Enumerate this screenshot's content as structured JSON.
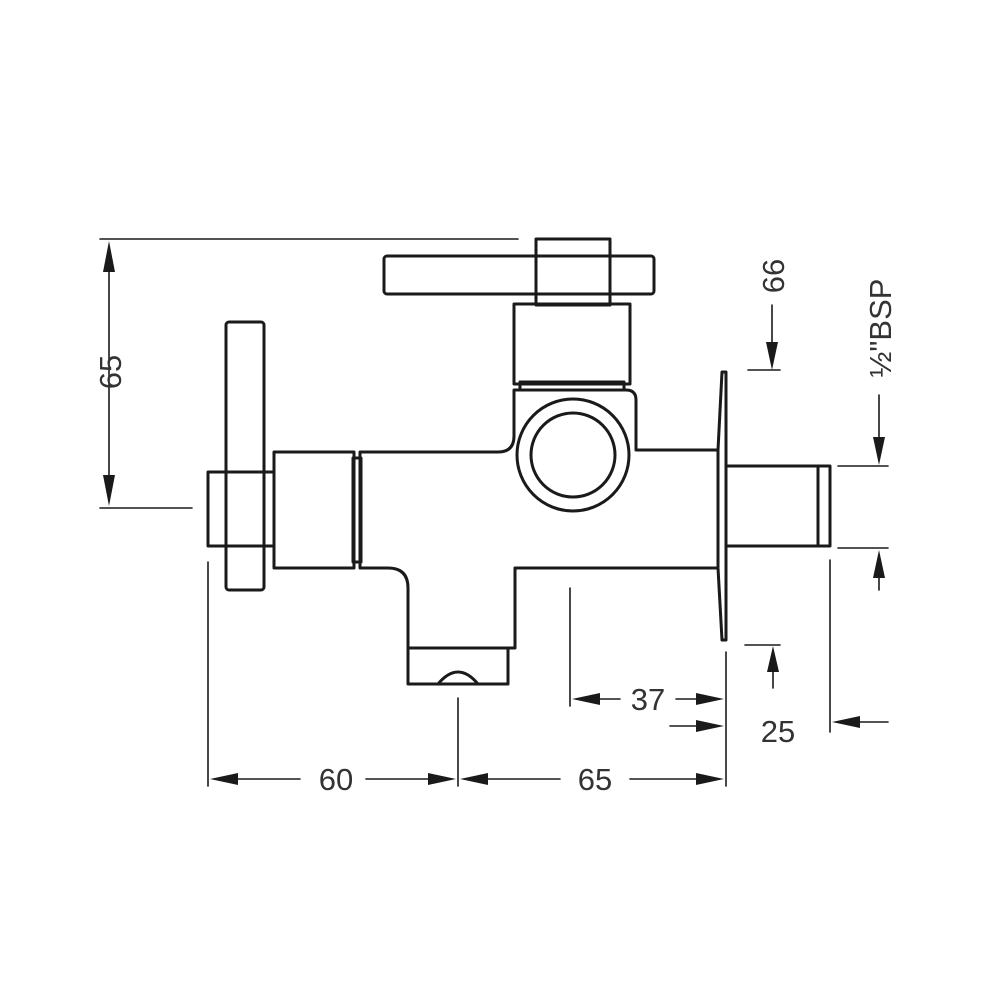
{
  "drawing": {
    "dimensions": {
      "height_left": "65",
      "top_offset": "66",
      "thread": "½\"BSP",
      "inlet_depth": "37",
      "outlet_offset": "25",
      "left_width": "60",
      "right_width": "65"
    }
  }
}
